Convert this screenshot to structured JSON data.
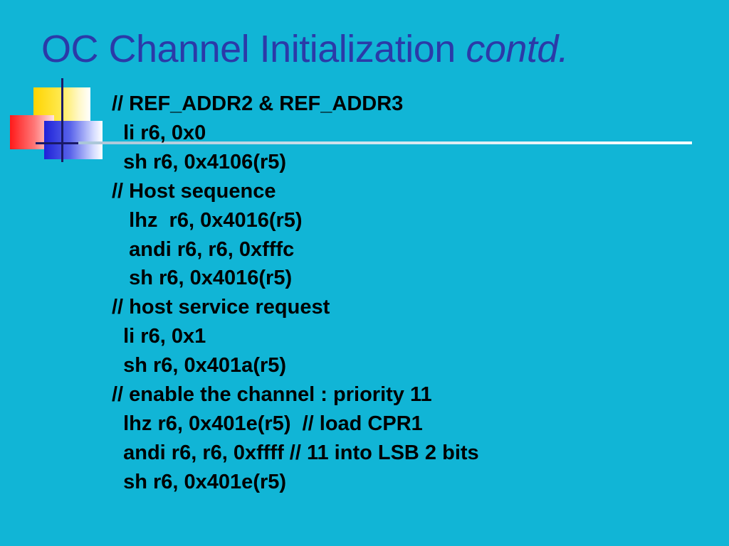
{
  "slide": {
    "title_main": "OC Channel Initialization ",
    "title_emphasis": "contd."
  },
  "code_lines": [
    "// REF_ADDR2 & REF_ADDR3",
    "  li r6, 0x0",
    "  sh r6, 0x4106(r5)",
    "// Host sequence",
    "   lhz  r6, 0x4016(r5)",
    "   andi r6, r6, 0xfffc",
    "   sh r6, 0x4016(r5)",
    "// host service request",
    "  li r6, 0x1",
    "  sh r6, 0x401a(r5)",
    "// enable the channel : priority 11",
    "  lhz r6, 0x401e(r5)  // load CPR1",
    "  andi r6, r6, 0xffff // 11 into LSB 2 bits",
    "  sh r6, 0x401e(r5)"
  ],
  "colors": {
    "background": "#11b5d6",
    "title": "#2b3aa8",
    "text": "#000000"
  }
}
